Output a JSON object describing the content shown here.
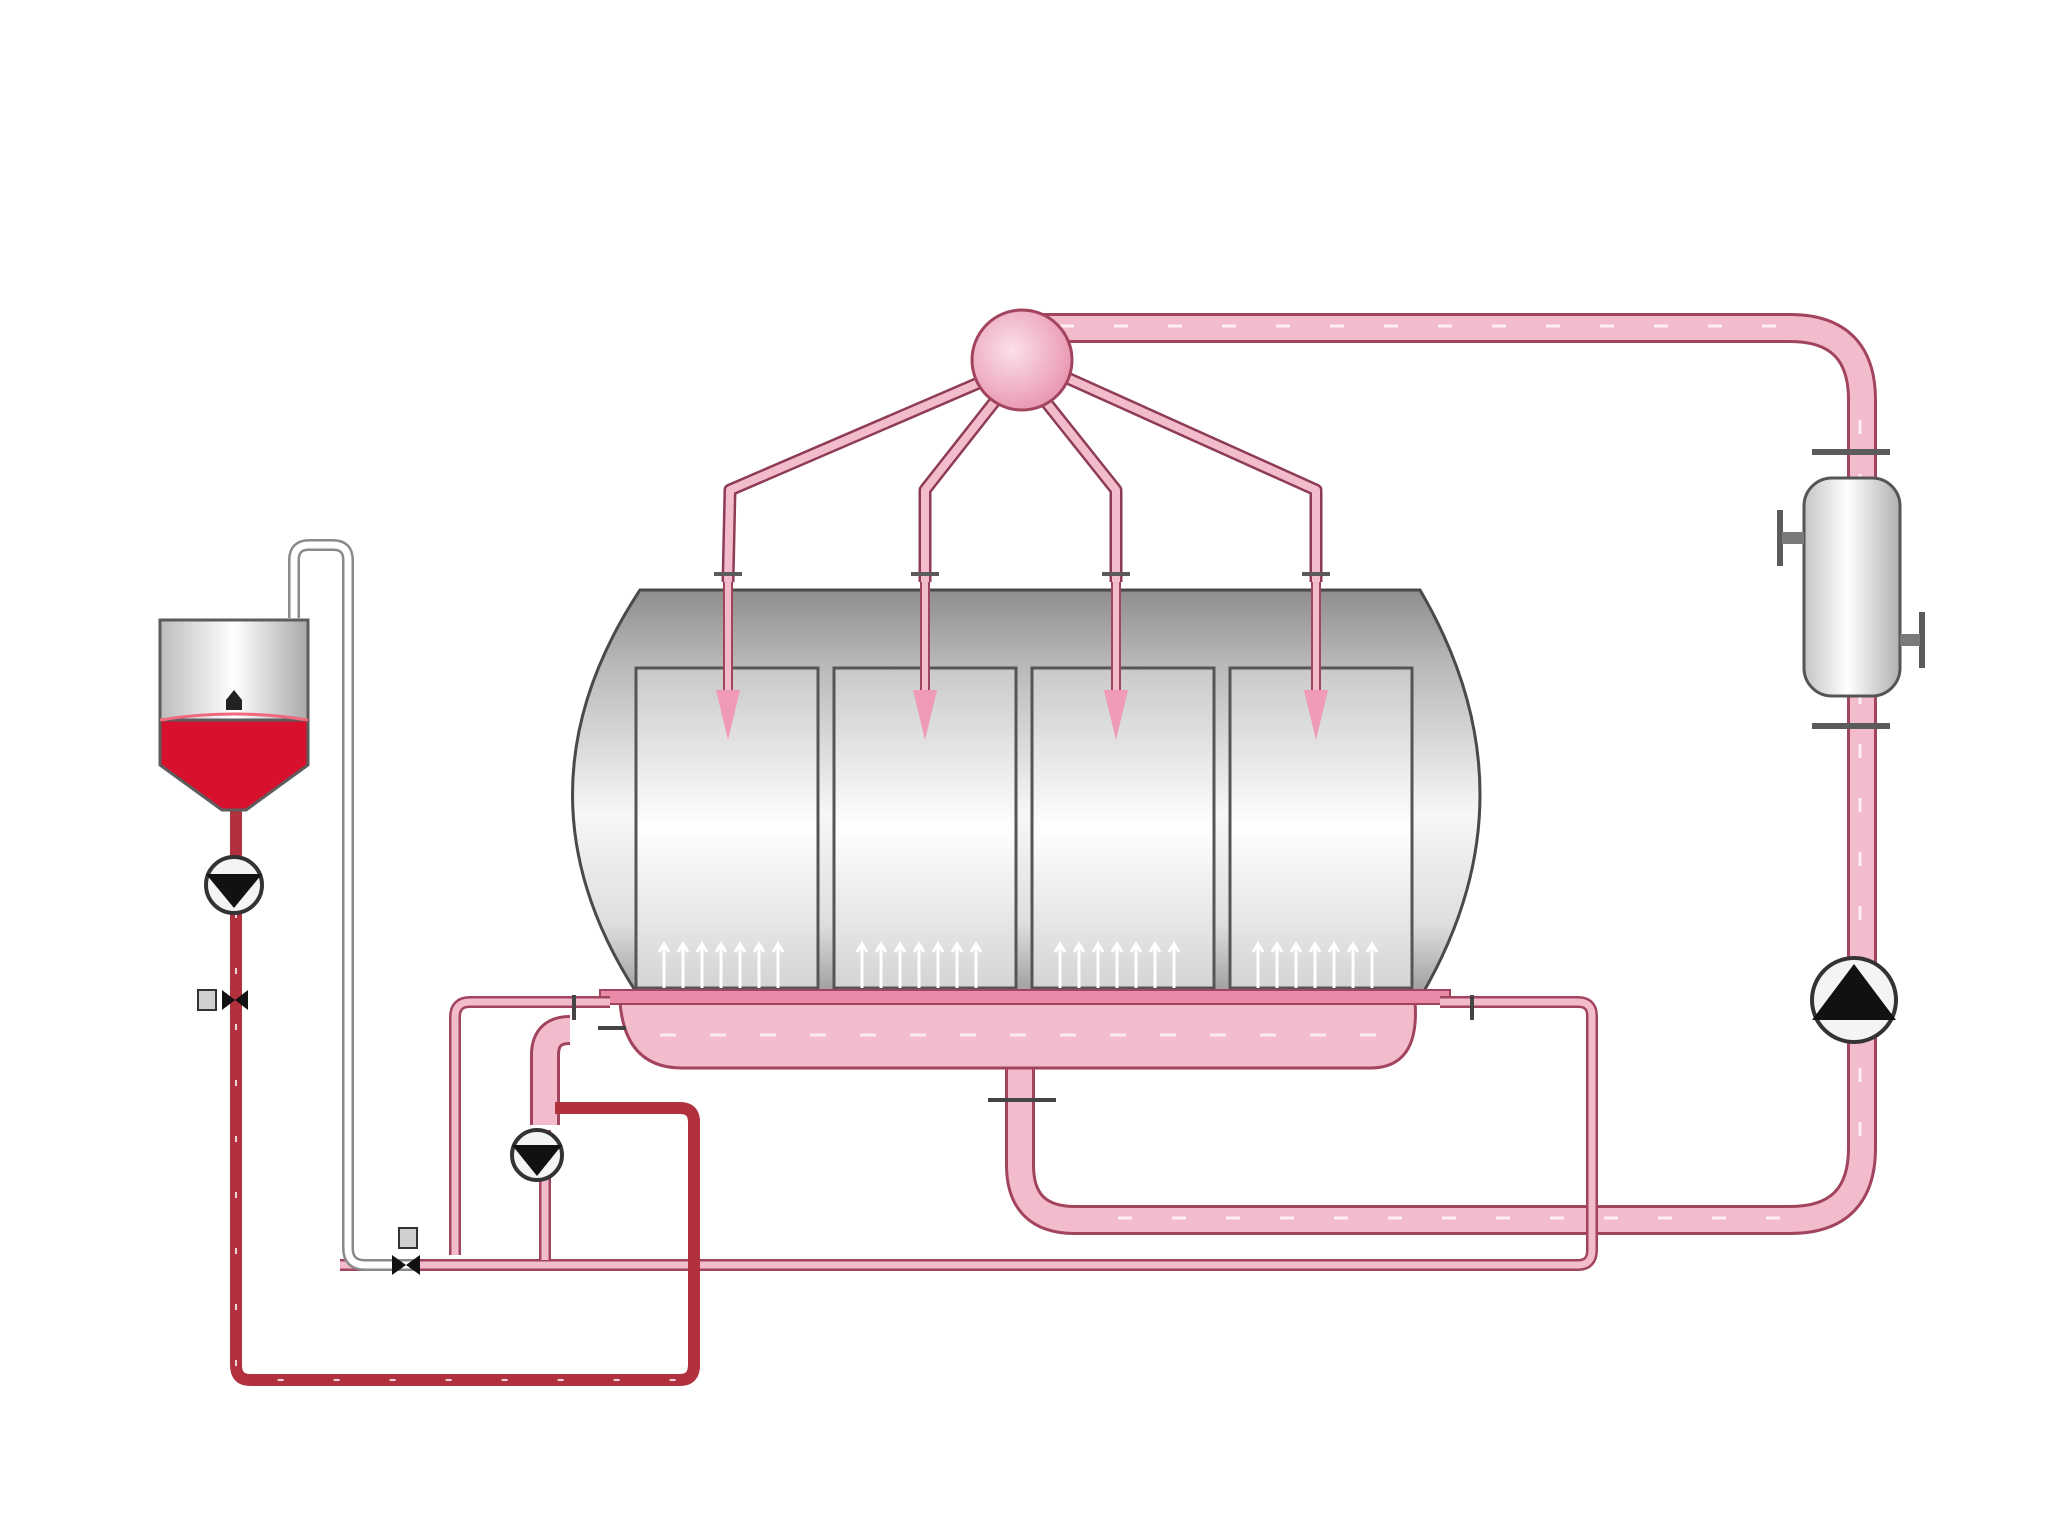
{
  "diagram": {
    "kind": "process-flow-schematic",
    "text_labels": [],
    "colors": {
      "background": "#ffffff",
      "recirculation_liquid": "#f3bccd",
      "recirculation_outline": "#a2445e",
      "dosing_liquid": "#d8102d",
      "dosing_line": "#b2313f",
      "tank_steel_light": "#f5f5f5",
      "tank_steel_dark": "#8e8e8e",
      "pump_symbol": "#111111"
    },
    "components": [
      {
        "id": "dosing-vessel",
        "name": "dosing-vessel",
        "icon": "conical-vessel"
      },
      {
        "id": "dosing-pump",
        "name": "dosing-pump",
        "icon": "pump-symbol"
      },
      {
        "id": "dosing-valve",
        "name": "dosing-valve",
        "icon": "valve-symbol"
      },
      {
        "id": "main-tank",
        "name": "horizontal-tank",
        "icon": "cylindrical-tank",
        "compartments": 4
      },
      {
        "id": "spray-manifold",
        "name": "distribution-manifold",
        "icon": "manifold-sphere",
        "outlets": 4
      },
      {
        "id": "heat-exchanger",
        "name": "heat-exchanger",
        "icon": "shell-and-tube"
      },
      {
        "id": "circulation-pump",
        "name": "circulation-pump",
        "icon": "pump-symbol"
      },
      {
        "id": "bottom-pump",
        "name": "bottom-pump",
        "icon": "pump-symbol"
      }
    ]
  }
}
